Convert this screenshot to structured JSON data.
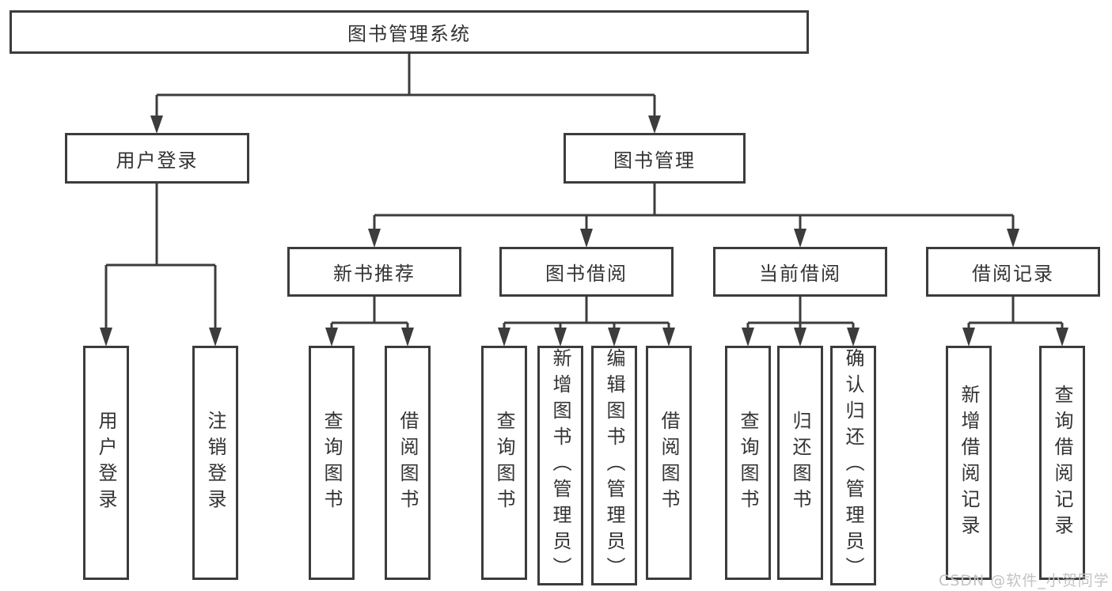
{
  "diagram_title": "图书管理系统",
  "tree": {
    "root": {
      "label": "图书管理系统",
      "children": [
        {
          "label": "用户登录",
          "children": [
            {
              "label": "用户登录"
            },
            {
              "label": "注销登录"
            }
          ]
        },
        {
          "label": "图书管理",
          "children": [
            {
              "label": "新书推荐",
              "children": [
                {
                  "label": "查询图书"
                },
                {
                  "label": "借阅图书"
                }
              ]
            },
            {
              "label": "图书借阅",
              "children": [
                {
                  "label": "查询图书"
                },
                {
                  "label": "新增图书（管理员）"
                },
                {
                  "label": "编辑图书（管理员）"
                },
                {
                  "label": "借阅图书"
                }
              ]
            },
            {
              "label": "当前借阅",
              "children": [
                {
                  "label": "查询图书"
                },
                {
                  "label": "归还图书"
                },
                {
                  "label": "确认归还（管理员）"
                }
              ]
            },
            {
              "label": "借阅记录",
              "children": [
                {
                  "label": "新增借阅记录"
                },
                {
                  "label": "查询借阅记录"
                }
              ]
            }
          ]
        }
      ]
    }
  },
  "watermark": "CSDN @软件_小贺同学",
  "colors": {
    "line": "#3c3c3c",
    "text": "#333333",
    "background": "#ffffff",
    "watermark": "#c3c3c3"
  }
}
